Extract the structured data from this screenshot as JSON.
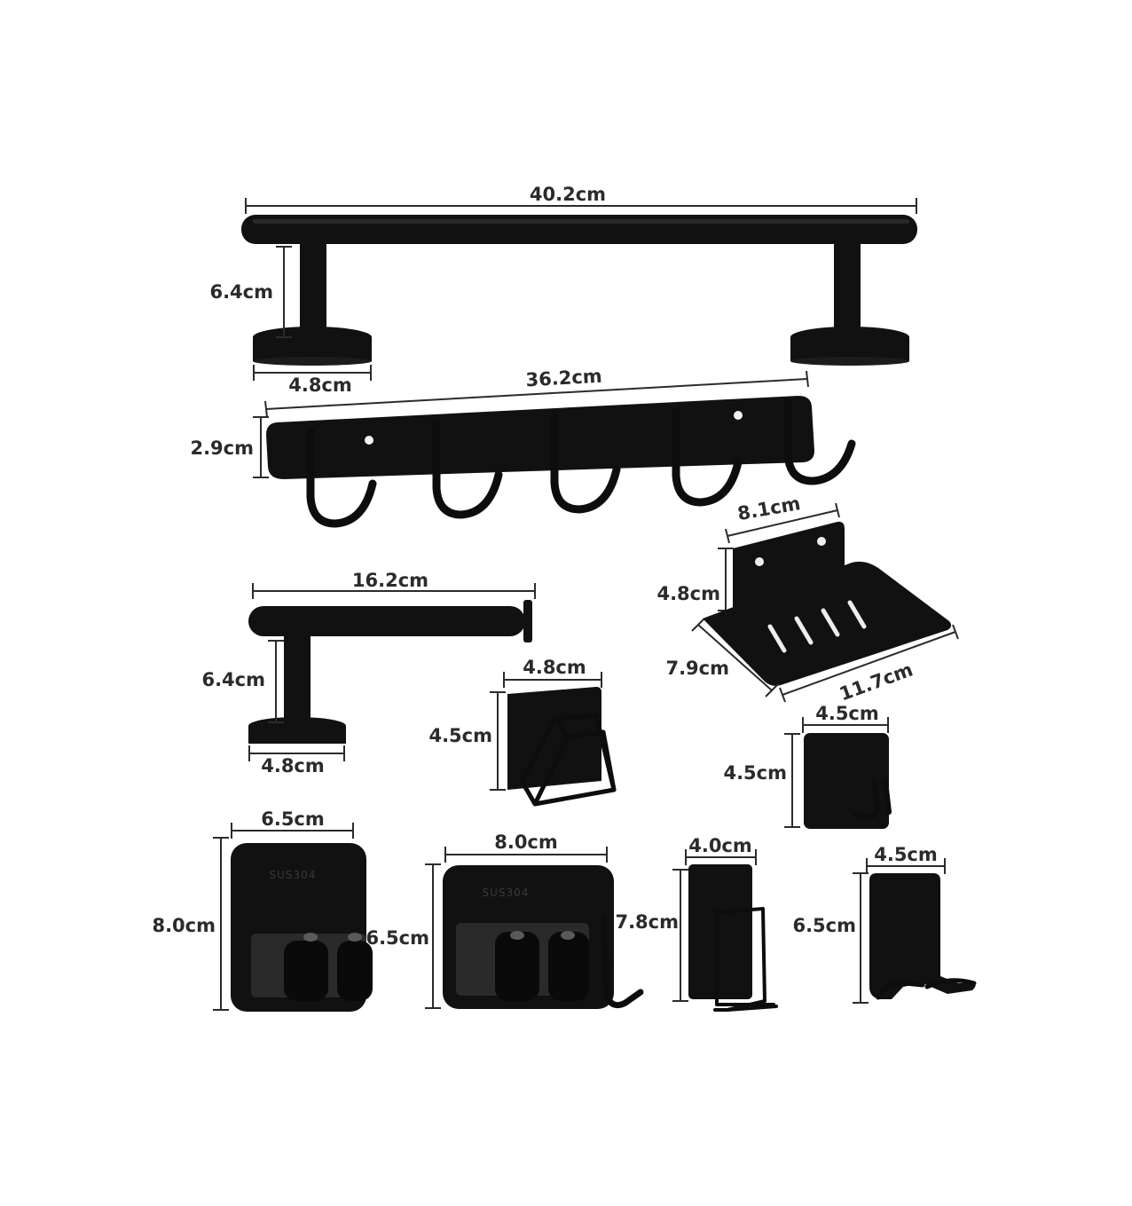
{
  "colors": {
    "product": "#111111",
    "dimension_line": "#2b2b2b",
    "background": "#ffffff"
  },
  "stamps": {
    "mop_holder_small": "SUS304",
    "mop_holder_large": "SUS304"
  },
  "items": {
    "towel_bar": {
      "length": "40.2cm",
      "height": "6.4cm",
      "base": "4.8cm"
    },
    "hook_rail": {
      "length": "36.2cm",
      "height": "2.9cm"
    },
    "soap_dish": {
      "back_width": "8.1cm",
      "back_height": "4.8cm",
      "depth": "7.9cm",
      "front_width": "11.7cm"
    },
    "paper_holder": {
      "length": "16.2cm",
      "height": "6.4cm",
      "base": "4.8cm"
    },
    "sponge_holder": {
      "width": "4.8cm",
      "height": "4.5cm"
    },
    "single_hook": {
      "width": "4.5cm",
      "height": "4.5cm"
    },
    "mop_holder_small": {
      "width": "6.5cm",
      "height": "8.0cm"
    },
    "mop_holder_large": {
      "width": "8.0cm",
      "height": "6.5cm"
    },
    "toothbrush_holder": {
      "width": "4.0cm",
      "height": "7.8cm"
    },
    "double_hook": {
      "width": "4.5cm",
      "height": "6.5cm"
    }
  }
}
